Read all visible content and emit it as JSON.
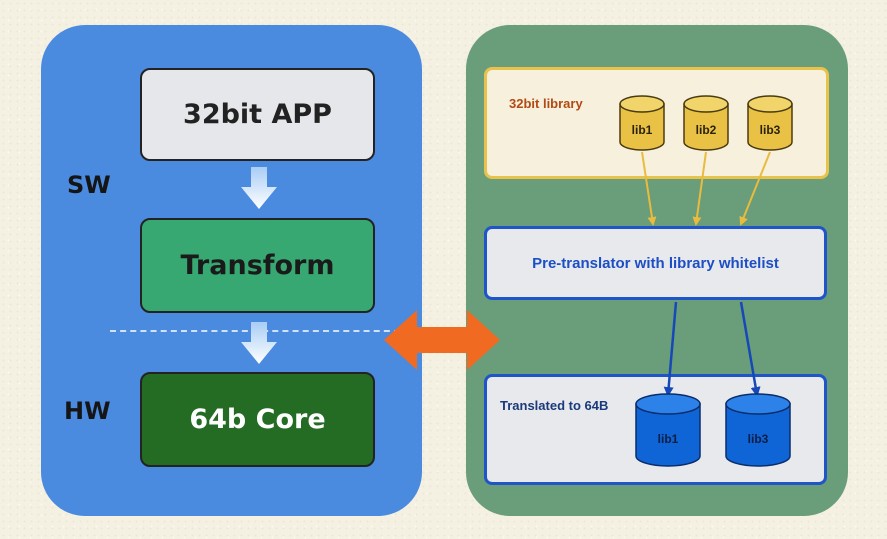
{
  "left": {
    "app_label": "32bit APP",
    "transform_label": "Transform",
    "core_label": "64b Core",
    "sw_label": "SW",
    "hw_label": "HW"
  },
  "right": {
    "lib32_title": "32bit library",
    "libs32": [
      "lib1",
      "lib2",
      "lib3"
    ],
    "pretranslator_label": "Pre-translator with library whitelist",
    "translated_title": "Translated to 64B",
    "libs64": [
      "lib1",
      "lib3"
    ]
  },
  "colors": {
    "left_panel": "#4a8be0",
    "right_panel": "#6a9d7a",
    "app_box": "#e6e7ea",
    "transform_box": "#37a872",
    "core_box": "#246b24",
    "cylinder_gold": "#e9c245",
    "cylinder_blue": "#0f64d6",
    "double_arrow": "#f06a22",
    "arrow_gold": "#e9bb3e",
    "arrow_blue": "#1648b8"
  }
}
